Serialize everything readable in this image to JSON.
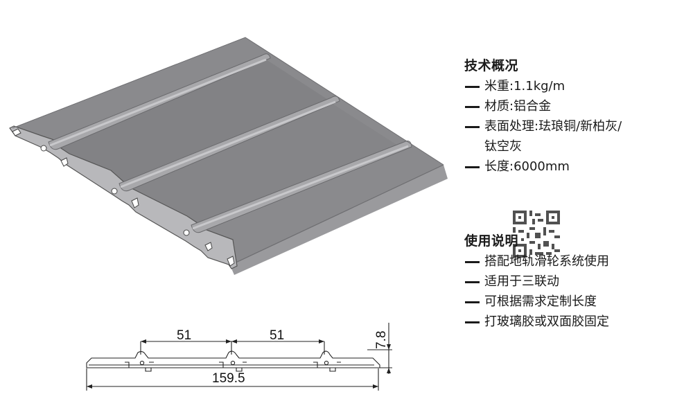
{
  "drawing": {
    "dim_left": "51",
    "dim_right": "51",
    "dim_height": "7.8",
    "dim_total": "159.5"
  },
  "tech": {
    "title": "技术概况",
    "items": [
      {
        "label": "米重:1.1kg/m"
      },
      {
        "label": "材质:铝合金"
      },
      {
        "label": "表面处理:珐琅铜/新柏灰/",
        "cont": "钛空灰"
      },
      {
        "label": "长度:6000mm"
      }
    ]
  },
  "usage": {
    "title": "使用说明",
    "items": [
      {
        "label": "搭配地轨滑轮系统使用"
      },
      {
        "label": "适用于三联动"
      },
      {
        "label": "可根据需求定制长度"
      },
      {
        "label": "打玻璃胶或双面胶固定"
      }
    ]
  },
  "colors": {
    "panel_top": "#87878a",
    "panel_rib": "#a5a5a8",
    "text": "#1a1a1a"
  }
}
